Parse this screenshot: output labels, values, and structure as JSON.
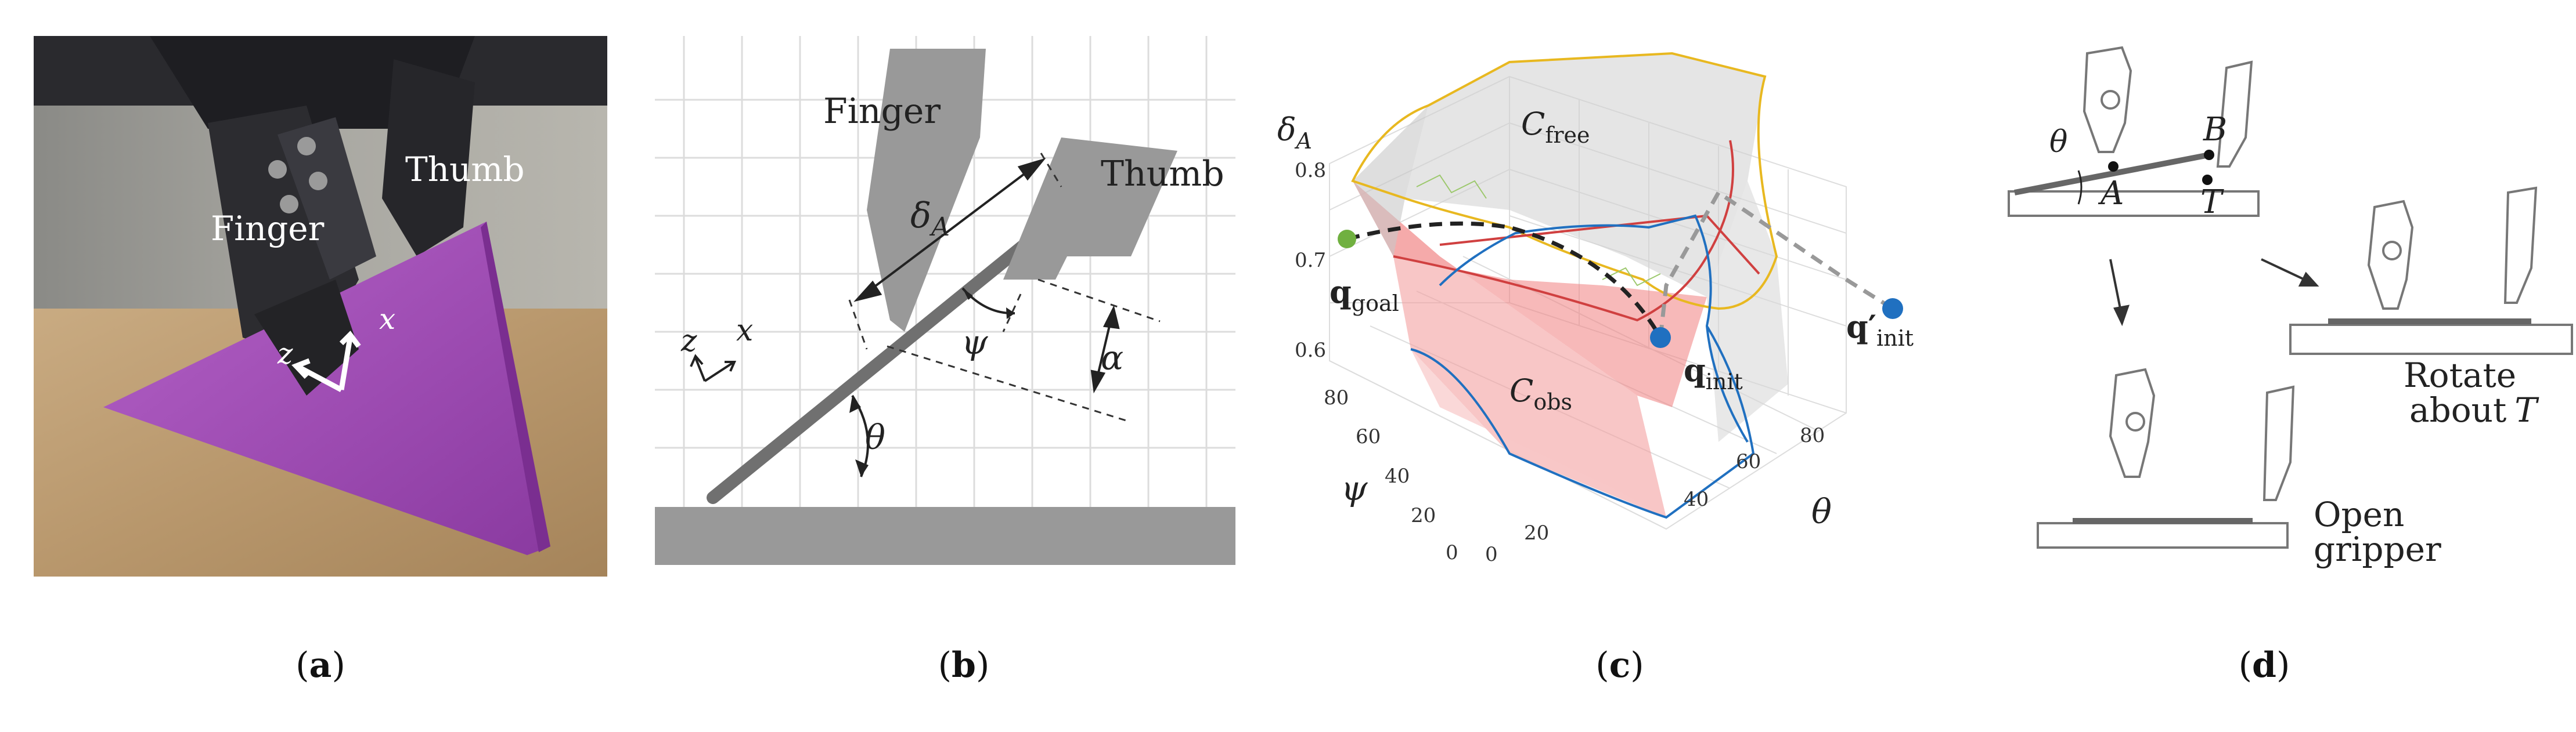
{
  "panel_a": {
    "finger_label": "Finger",
    "thumb_label": "Thumb",
    "axis_z": "z",
    "axis_x": "x",
    "caption_letter": "a"
  },
  "panel_b": {
    "finger_label": "Finger",
    "thumb_label": "Thumb",
    "delta": "δ",
    "delta_sub": "A",
    "psi": "ψ",
    "alpha": "α",
    "theta": "θ",
    "axis_z": "z",
    "axis_x": "x",
    "caption_letter": "b"
  },
  "panel_c": {
    "c_free": "C",
    "c_free_sub": "free",
    "c_obs": "C",
    "c_obs_sub": "obs",
    "q_goal": "q",
    "q_goal_sub": "goal",
    "q_init": "q",
    "q_init_sub": "init",
    "q_init_prime": "q′",
    "q_init_prime_sub": "init",
    "z_axis_label": "δ",
    "z_axis_sub": "A",
    "z_ticks": [
      "0.8",
      "0.7",
      "0.6"
    ],
    "psi_label": "ψ",
    "psi_ticks": [
      "80",
      "60",
      "40",
      "20",
      "0"
    ],
    "theta_label": "θ",
    "theta_ticks": [
      "0",
      "20",
      "40",
      "60",
      "80"
    ],
    "caption_letter": "c"
  },
  "panel_d": {
    "theta": "θ",
    "point_a": "A",
    "point_b": "B",
    "point_t": "T",
    "rotate_line1": "Rotate",
    "rotate_line2": "about",
    "rotate_t": "T",
    "open_line1": "Open",
    "open_line2": "gripper",
    "caption_letter": "d"
  },
  "colors": {
    "purple": "#a050b8",
    "gray": "#8c8c8c",
    "red": "#e04040",
    "gold": "#e8b820",
    "blue": "#2070c0",
    "green": "#70b040"
  }
}
